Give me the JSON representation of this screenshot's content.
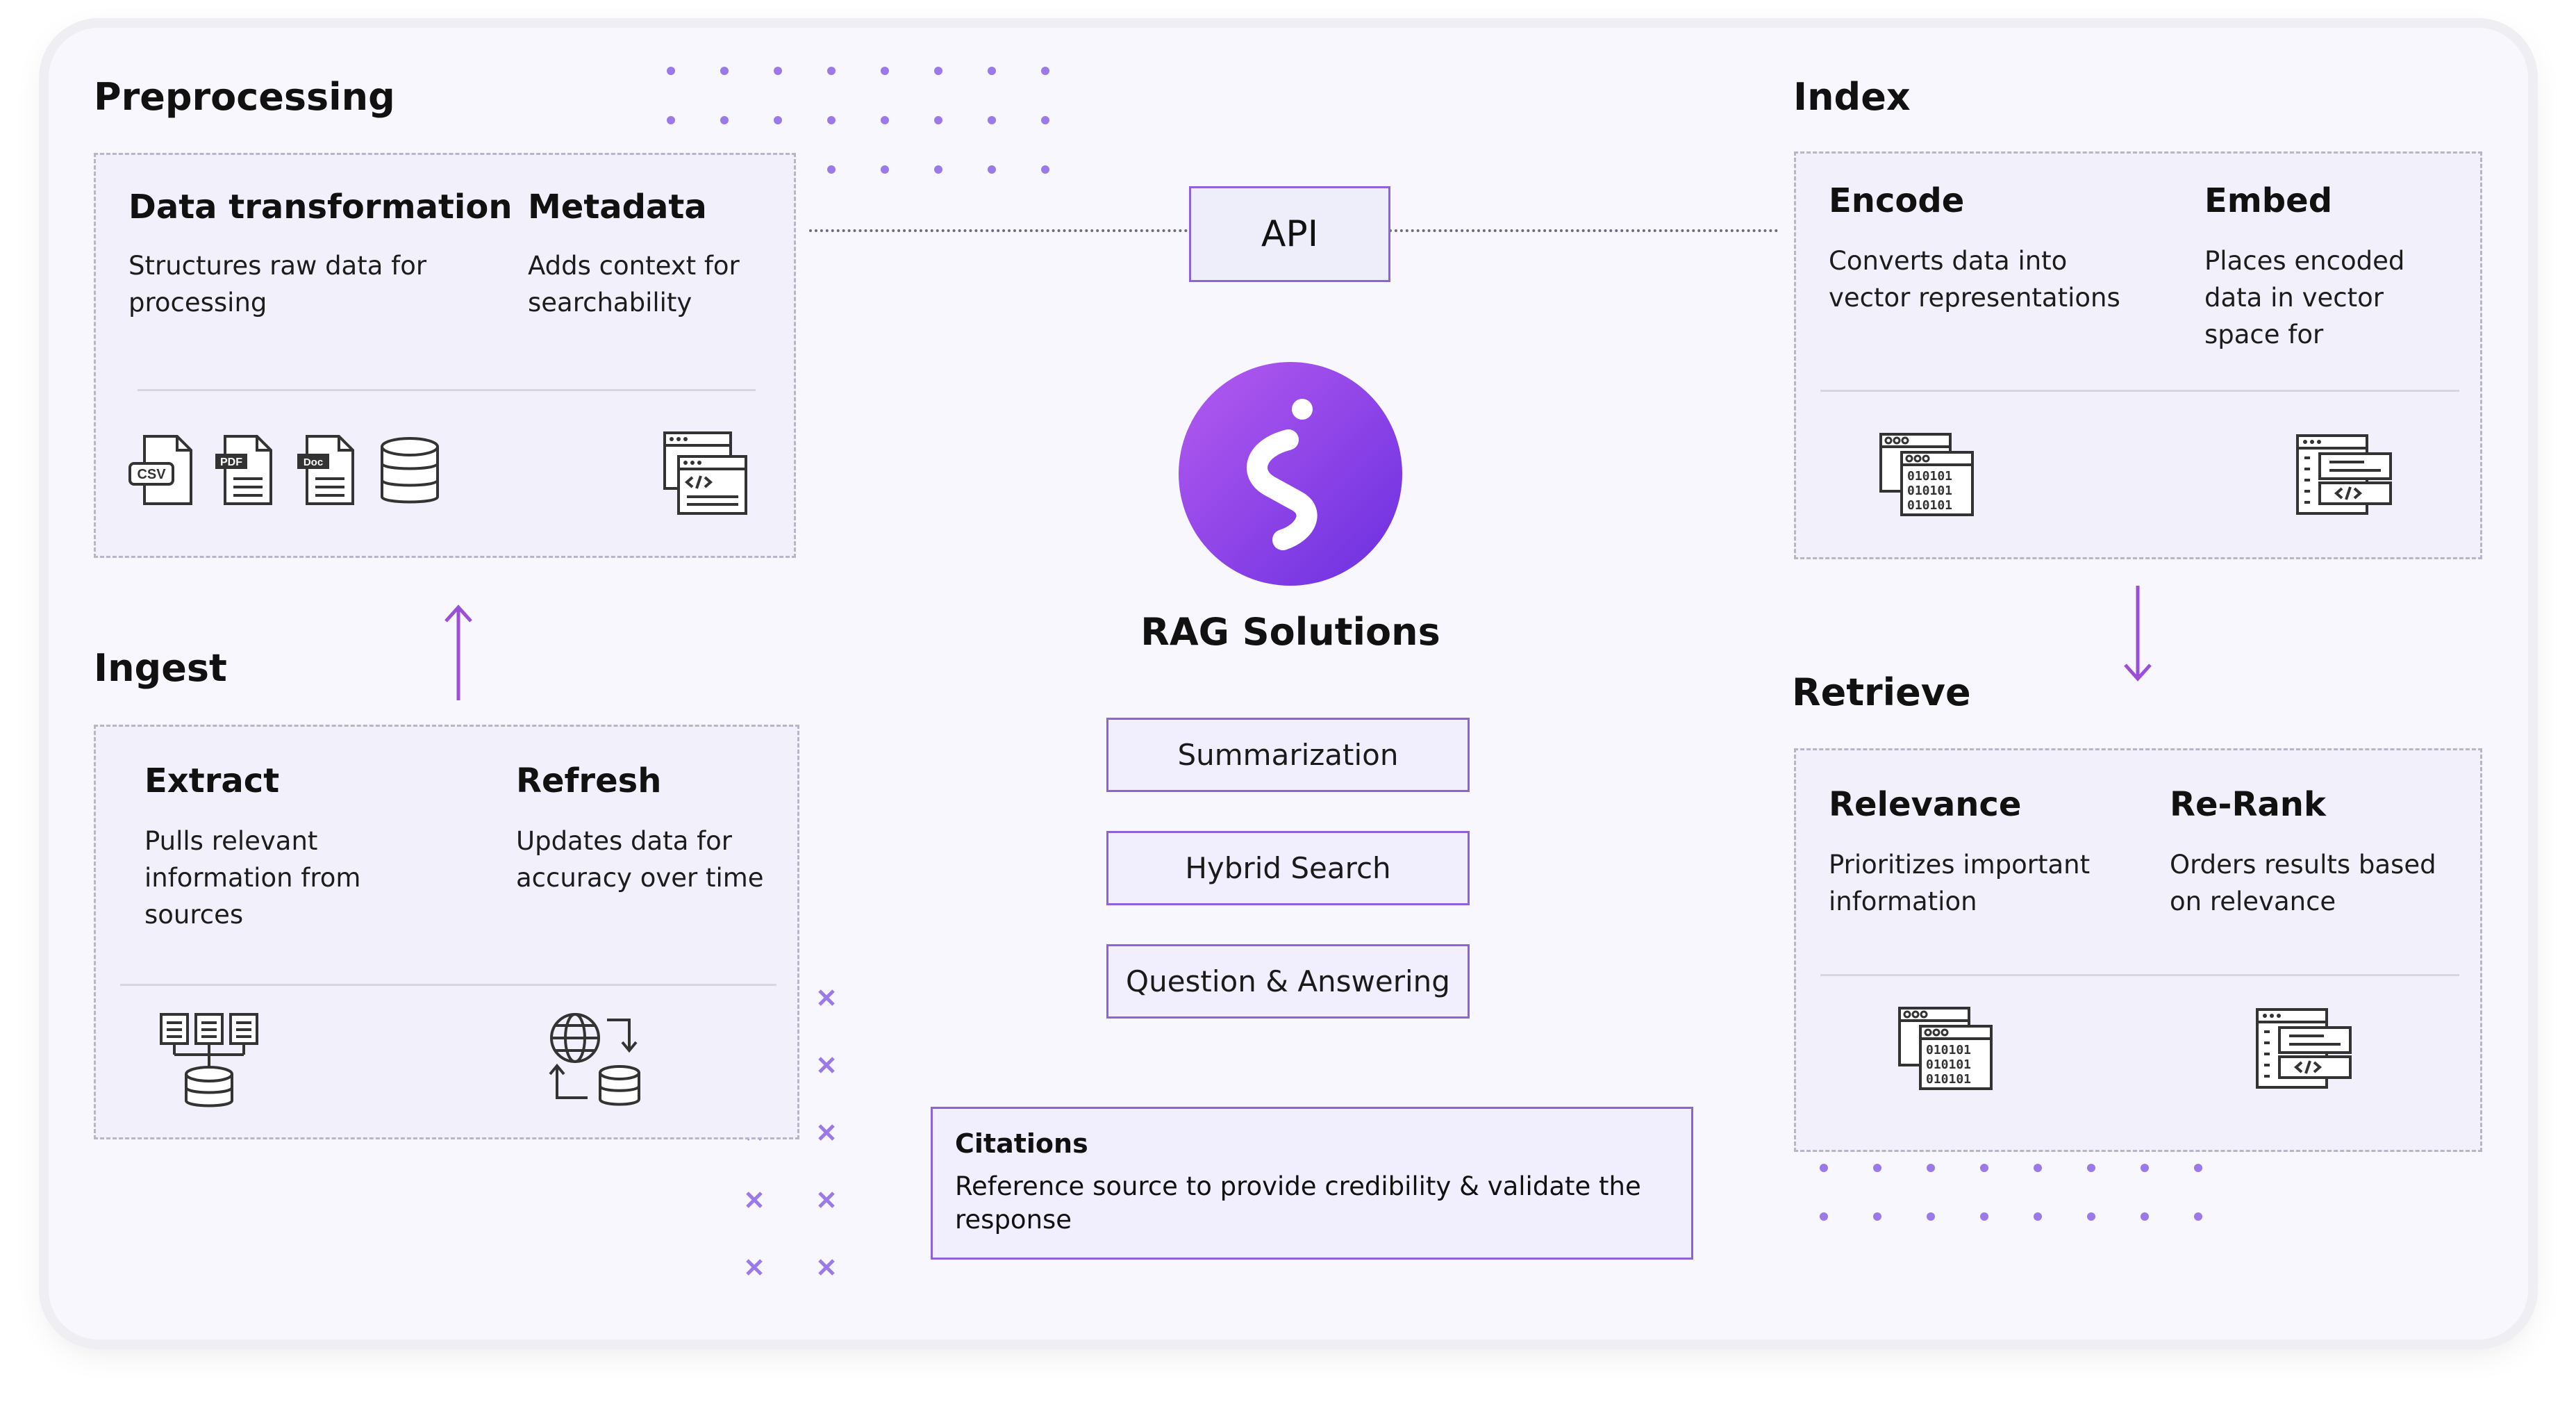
{
  "center": {
    "title": "RAG Solutions",
    "api_label": "API",
    "pills": [
      "Summarization",
      "Hybrid Search",
      "Question & Answering"
    ],
    "citations": {
      "title": "Citations",
      "desc": "Reference source to provide credibility & validate the response"
    }
  },
  "preprocessing": {
    "title": "Preprocessing",
    "items": [
      {
        "title": "Data transformation",
        "desc": "Structures raw data for processing"
      },
      {
        "title": "Metadata",
        "desc": "Adds context for searchability"
      }
    ],
    "icon_labels": [
      "CSV",
      "PDF",
      "Doc"
    ]
  },
  "ingest": {
    "title": "Ingest",
    "items": [
      {
        "title": "Extract",
        "desc": "Pulls relevant information from sources"
      },
      {
        "title": "Refresh",
        "desc": "Updates data for accuracy over time"
      }
    ]
  },
  "index": {
    "title": "Index",
    "items": [
      {
        "title": "Encode",
        "desc": "Converts data into vector representations"
      },
      {
        "title": "Embed",
        "desc": "Places encoded data in vector space for"
      }
    ]
  },
  "retrieve": {
    "title": "Retrieve",
    "items": [
      {
        "title": "Relevance",
        "desc": "Prioritizes important information"
      },
      {
        "title": "Re-Rank",
        "desc": "Orders results based on relevance"
      }
    ]
  },
  "binary_text": "010101",
  "colors": {
    "accent": "#8e62d9",
    "arrow": "#9b4fd6",
    "logo_start": "#b55bf0",
    "logo_end": "#6a2fe0",
    "box_bg": "#f2f1fb",
    "card_bg": "#f8f7fd",
    "dots": "#9b79e8"
  }
}
